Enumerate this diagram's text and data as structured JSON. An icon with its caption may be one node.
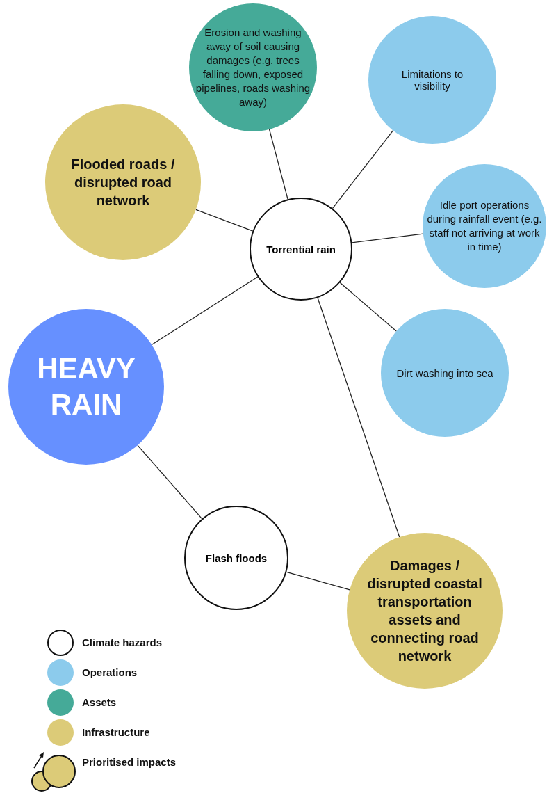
{
  "diagram": {
    "nodes": [
      {
        "text": [
          "Erosion and washing away of soil causing damages (e.g. trees falling down, exposed pipelines, roads washing away)"
        ]
      },
      {
        "text": [
          "Limitations to visibility"
        ]
      },
      {
        "text": [
          "Flooded roads / disrupted road network"
        ]
      },
      {
        "text": [
          "Torrential rain"
        ]
      },
      {
        "text": [
          "Idle port operations during rainfall event (e.g. staff not arriving at work in time)"
        ]
      },
      {
        "text": [
          "HEAVY RAIN"
        ]
      },
      {
        "text": [
          "Dirt washing into sea"
        ]
      },
      {
        "text": [
          "Flash floods"
        ]
      },
      {
        "text": [
          "Damages / disrupted coastal transportation assets and connecting road network"
        ]
      }
    ],
    "edges": [
      {
        "from": 3,
        "to": 0,
        "arrow": "none"
      },
      {
        "from": 3,
        "to": 1,
        "arrow": "none"
      },
      {
        "from": 3,
        "to": 2,
        "arrow": "none"
      },
      {
        "from": 3,
        "to": 4,
        "arrow": "none"
      },
      {
        "from": 3,
        "to": 6,
        "arrow": "none"
      },
      {
        "from": 5,
        "to": 3,
        "arrow": "none"
      },
      {
        "from": 3,
        "to": 8,
        "arrow": "none"
      },
      {
        "from": 5,
        "to": 7,
        "arrow": "none"
      },
      {
        "from": 7,
        "to": 8,
        "arrow": "none"
      }
    ],
    "legend": [
      {
        "text": "Climate hazards",
        "color": "#ffffff"
      },
      {
        "text": "Operations",
        "color": "#8ccbec"
      },
      {
        "text": "Assets",
        "color": "#45aa98"
      },
      {
        "text": "Infrastructure",
        "color": "#dccb78"
      },
      {
        "text": "Prioritised impacts"
      }
    ]
  }
}
